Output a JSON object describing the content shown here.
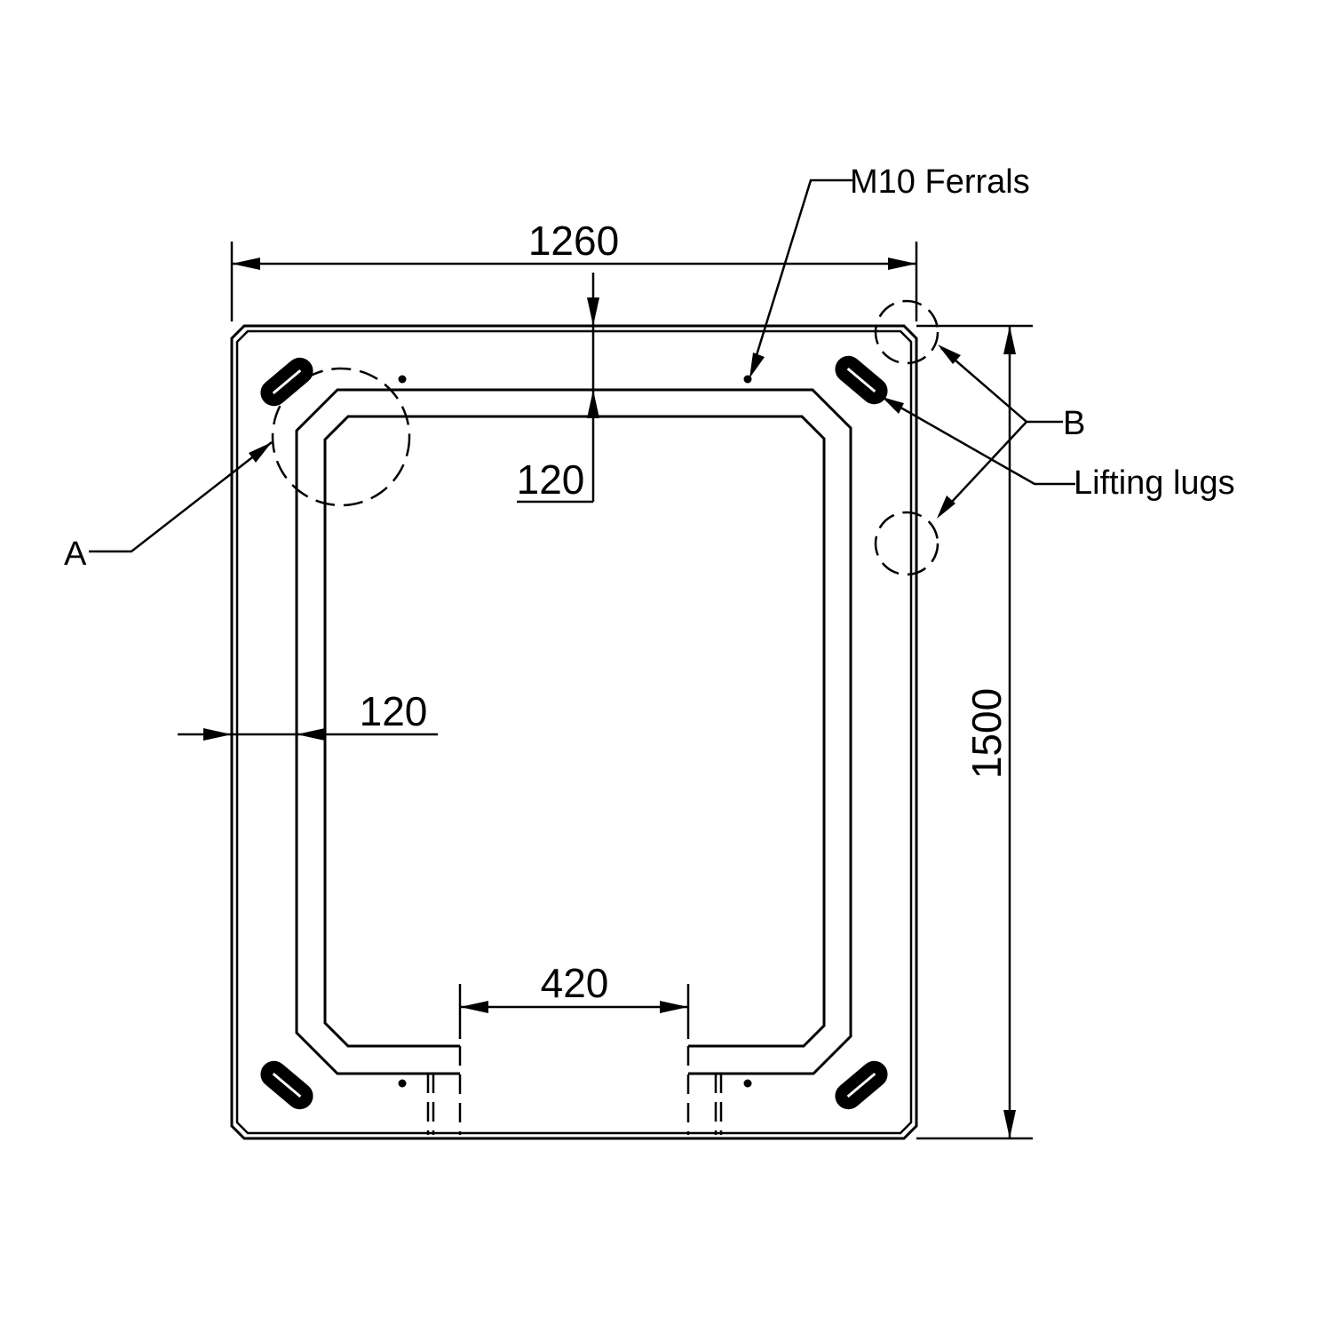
{
  "dimensions": {
    "overall_width": "1260",
    "overall_height": "1500",
    "top_wall": "120",
    "side_wall": "120",
    "bottom_opening": "420"
  },
  "callouts": {
    "ferrals": "M10 Ferrals",
    "detail_a": "A",
    "detail_b": "B",
    "lifting_lugs": "Lifting lugs"
  }
}
